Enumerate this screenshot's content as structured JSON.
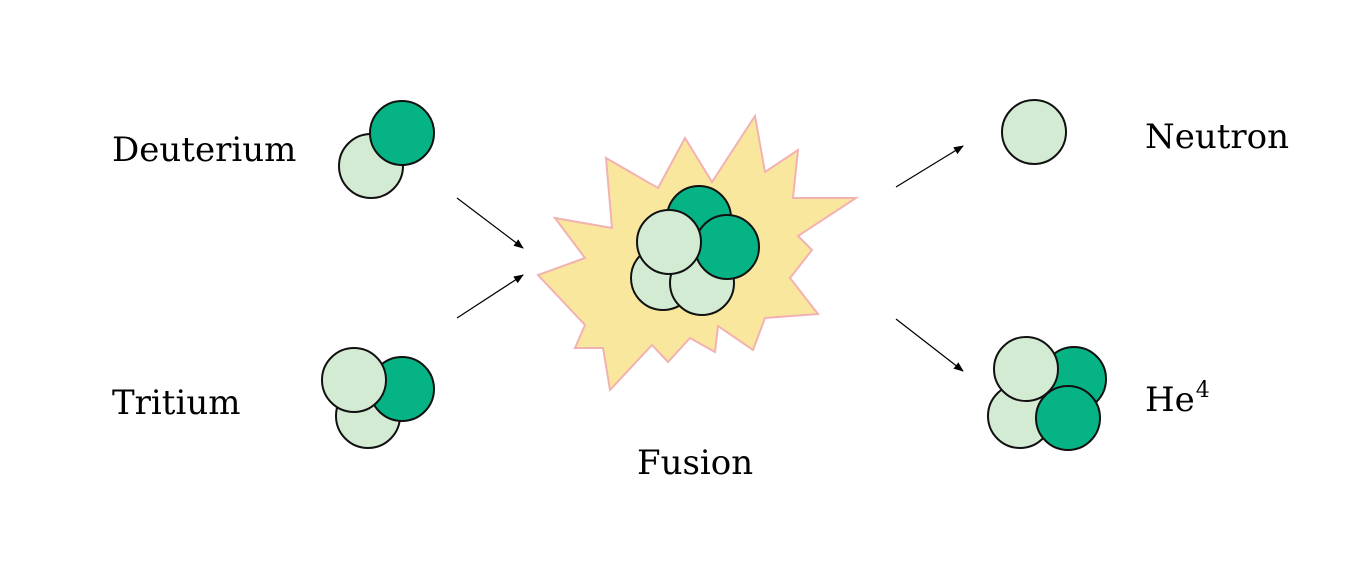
{
  "labels": {
    "deuterium": "Deuterium",
    "tritium": "Tritium",
    "fusion": "Fusion",
    "neutron": "Neutron",
    "helium_base": "He",
    "helium_superscript": "4"
  },
  "colors": {
    "proton": "#06b384",
    "neutron": "#d3ead3",
    "burst_fill": "#f9e79e",
    "burst_stroke": "#f2b2b2",
    "outline": "#111111",
    "arrow": "#000000"
  }
}
